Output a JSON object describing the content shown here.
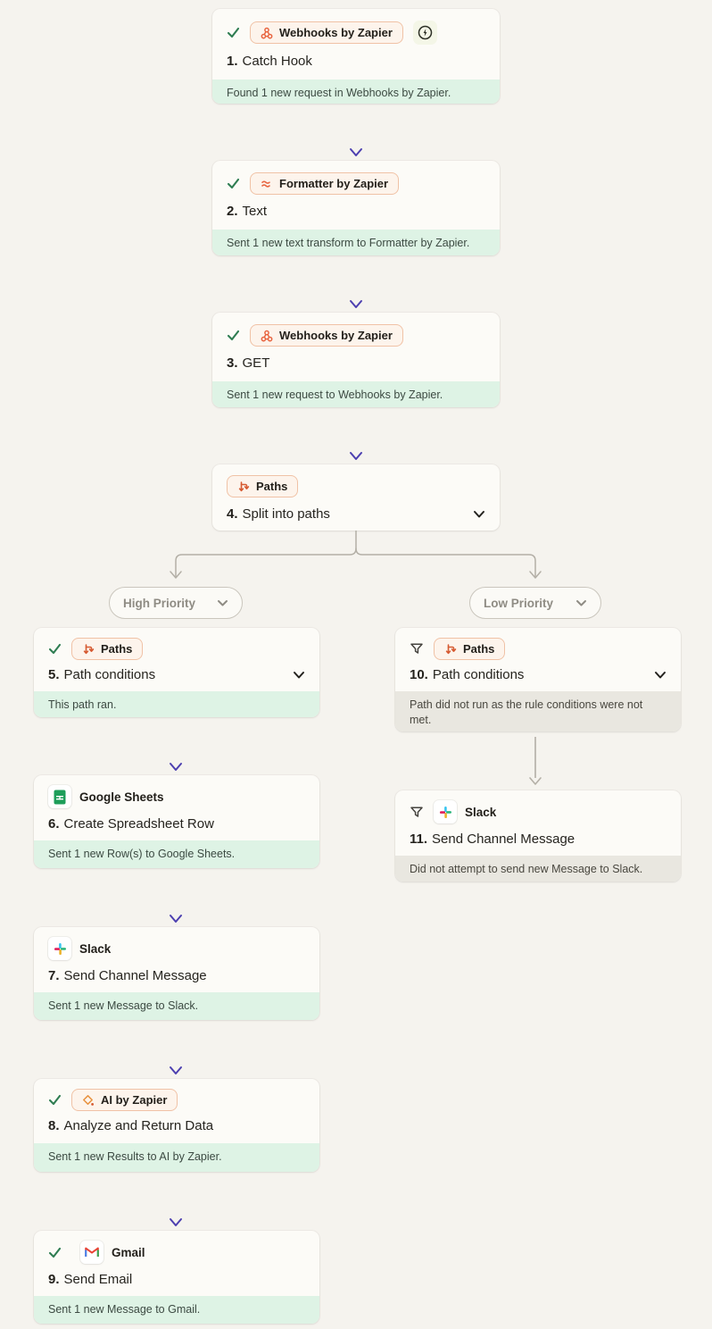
{
  "workflow": {
    "branches": {
      "left": "High Priority",
      "right": "Low Priority"
    },
    "nodes": [
      {
        "number": "1.",
        "name": "Catch Hook",
        "app": "Webhooks by Zapier",
        "icon": "webhook-icon",
        "status": "Found 1 new request in Webhooks by Zapier."
      },
      {
        "number": "2.",
        "name": "Text",
        "app": "Formatter by Zapier",
        "icon": "formatter-icon",
        "status": "Sent 1 new text transform to Formatter by Zapier."
      },
      {
        "number": "3.",
        "name": "GET",
        "app": "Webhooks by Zapier",
        "icon": "webhook-icon",
        "status": "Sent 1 new request to Webhooks by Zapier."
      },
      {
        "number": "4.",
        "name": "Split into paths",
        "app": "Paths",
        "icon": "paths-icon"
      },
      {
        "number": "5.",
        "name": "Path conditions",
        "app": "Paths",
        "icon": "paths-icon",
        "status": "This path ran."
      },
      {
        "number": "6.",
        "name": "Create Spreadsheet Row",
        "app": "Google Sheets",
        "icon": "google-sheets-icon",
        "status": "Sent 1 new Row(s) to Google Sheets."
      },
      {
        "number": "7.",
        "name": "Send Channel Message",
        "app": "Slack",
        "icon": "slack-icon",
        "status": "Sent 1 new Message to Slack."
      },
      {
        "number": "8.",
        "name": "Analyze and Return Data",
        "app": "AI by Zapier",
        "icon": "ai-icon",
        "status": "Sent 1 new Results to AI by Zapier."
      },
      {
        "number": "9.",
        "name": "Send Email",
        "app": "Gmail",
        "icon": "gmail-icon",
        "status": "Sent 1 new Message to Gmail."
      },
      {
        "number": "10.",
        "name": "Path conditions",
        "app": "Paths",
        "icon": "paths-icon",
        "status": "Path did not run as the rule conditions were not met."
      },
      {
        "number": "11.",
        "name": "Send Channel Message",
        "app": "Slack",
        "icon": "slack-icon",
        "status": "Did not attempt to send new Message to Slack."
      }
    ],
    "colors": {
      "canvas_bg": "#f5f3ee",
      "success_status_bg": "#def3e5",
      "muted_status_bg": "#e9e7e0",
      "arrow_purple": "#4c3fb0",
      "arrow_gray": "#b3afa6",
      "zapier_pill_border": "#f0c2a6",
      "check_green": "#2f7d52"
    }
  }
}
